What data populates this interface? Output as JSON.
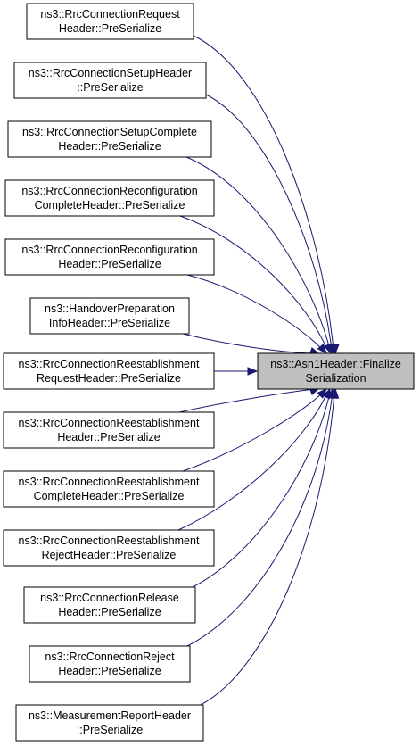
{
  "target": {
    "lines": [
      "ns3::Asn1Header::Finalize",
      "Serialization"
    ]
  },
  "callers": [
    {
      "lines": [
        "ns3::RrcConnectionRequest",
        "Header::PreSerialize"
      ]
    },
    {
      "lines": [
        "ns3::RrcConnectionSetupHeader",
        "::PreSerialize"
      ]
    },
    {
      "lines": [
        "ns3::RrcConnectionSetupComplete",
        "Header::PreSerialize"
      ]
    },
    {
      "lines": [
        "ns3::RrcConnectionReconfiguration",
        "CompleteHeader::PreSerialize"
      ]
    },
    {
      "lines": [
        "ns3::RrcConnectionReconfiguration",
        "Header::PreSerialize"
      ]
    },
    {
      "lines": [
        "ns3::HandoverPreparation",
        "InfoHeader::PreSerialize"
      ]
    },
    {
      "lines": [
        "ns3::RrcConnectionReestablishment",
        "RequestHeader::PreSerialize"
      ]
    },
    {
      "lines": [
        "ns3::RrcConnectionReestablishment",
        "Header::PreSerialize"
      ]
    },
    {
      "lines": [
        "ns3::RrcConnectionReestablishment",
        "CompleteHeader::PreSerialize"
      ]
    },
    {
      "lines": [
        "ns3::RrcConnectionReestablishment",
        "RejectHeader::PreSerialize"
      ]
    },
    {
      "lines": [
        "ns3::RrcConnectionRelease",
        "Header::PreSerialize"
      ]
    },
    {
      "lines": [
        "ns3::RrcConnectionReject",
        "Header::PreSerialize"
      ]
    },
    {
      "lines": [
        "ns3::MeasurementReportHeader",
        "::PreSerialize"
      ]
    }
  ],
  "colors": {
    "edge": "#191970",
    "target_fill": "#bfbfbf",
    "node_fill": "#ffffff",
    "border": "#000000"
  }
}
